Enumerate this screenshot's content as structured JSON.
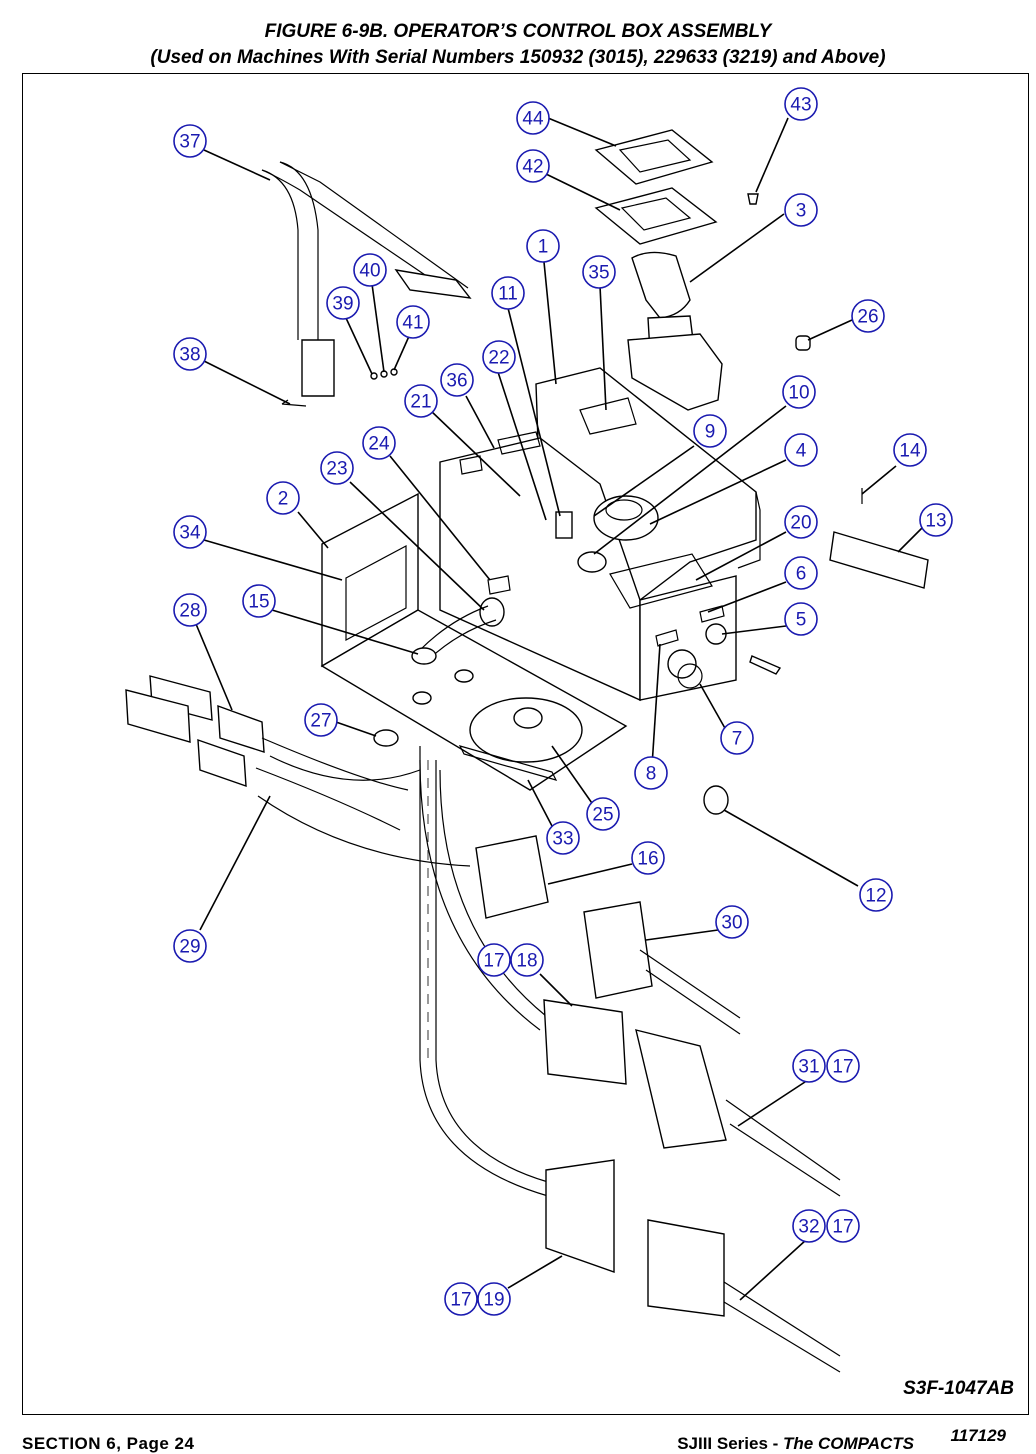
{
  "figure": {
    "title": "FIGURE 6-9B.  OPERATOR’S CONTROL BOX ASSEMBLY",
    "subtitle": "(Used on Machines With Serial Numbers 150932 (3015), 229633 (3219) and Above)",
    "figure_id": "S3F-1047AB"
  },
  "callouts": [
    "44",
    "43",
    "42",
    "37",
    "3",
    "1",
    "40",
    "35",
    "11",
    "26",
    "39",
    "41",
    "38",
    "22",
    "36",
    "10",
    "21",
    "9",
    "4",
    "14",
    "24",
    "23",
    "2",
    "20",
    "13",
    "34",
    "6",
    "15",
    "28",
    "5",
    "27",
    "7",
    "8",
    "25",
    "33",
    "16",
    "12",
    "29",
    "30",
    "17",
    "18",
    "31",
    "17",
    "32",
    "17",
    "17",
    "19"
  ],
  "footer": {
    "section": "SECTION 6, Page 24",
    "series_prefix": "SJIII Series - ",
    "series_name": "The  COMPACTS",
    "doc_number": "117129"
  },
  "colors": {
    "callout": "#1a1ab0",
    "line": "#000000"
  }
}
